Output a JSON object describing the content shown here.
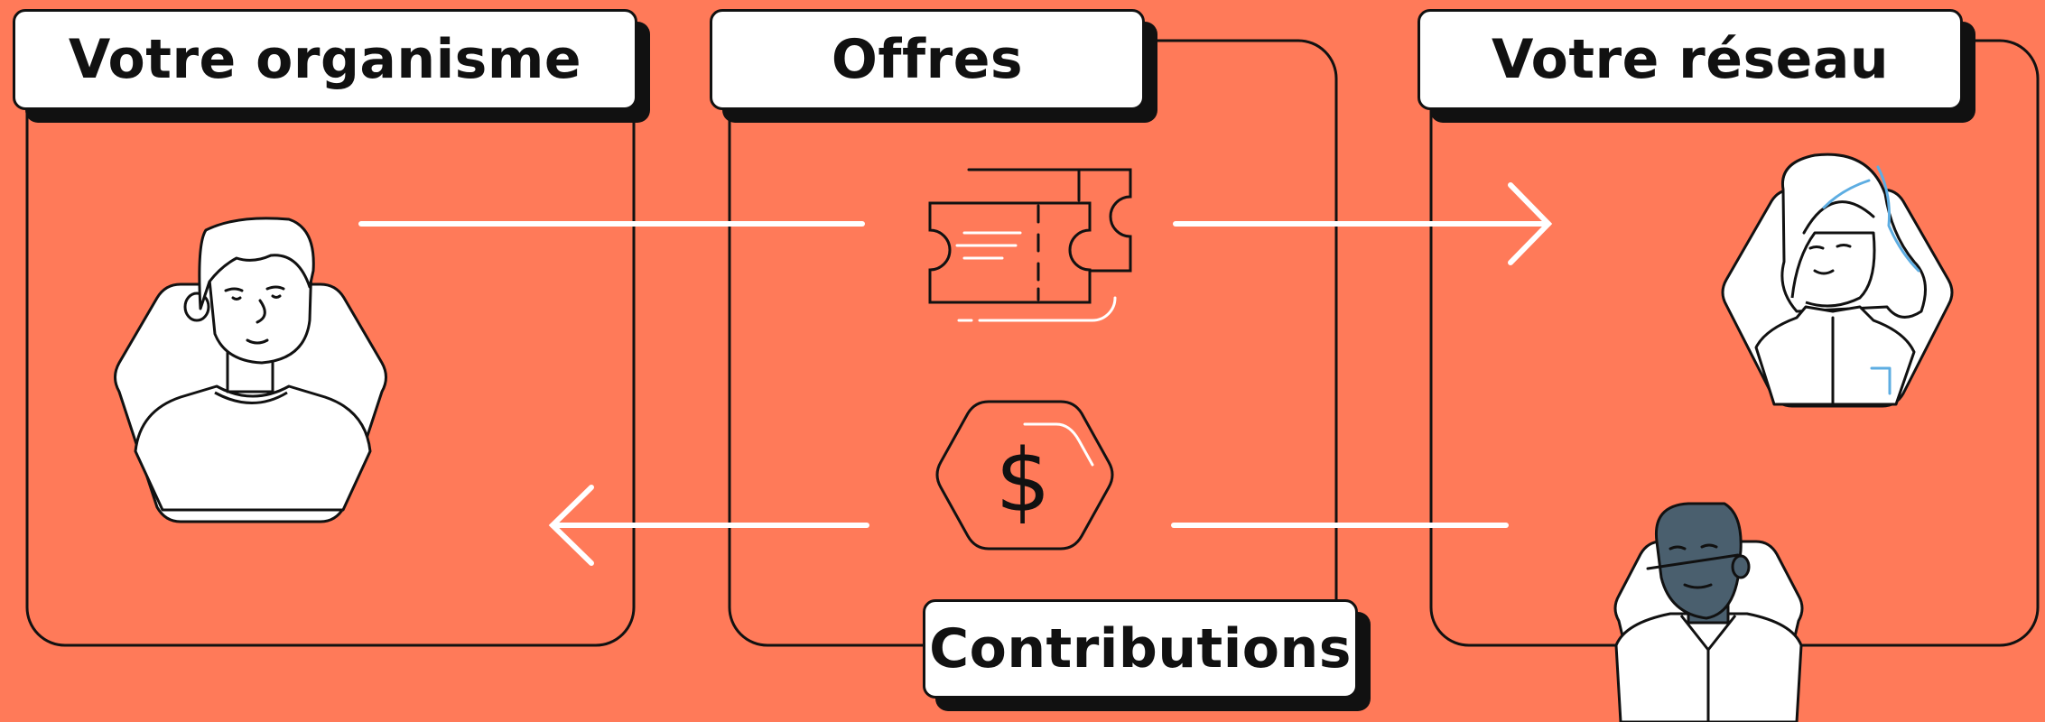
{
  "labels": {
    "org": "Votre organisme",
    "offers": "Offres",
    "network": "Votre réseau",
    "contributions": "Contributions"
  },
  "icons": {
    "offer": "ticket-icon",
    "contribution": "dollar-icon",
    "dollar_glyph": "$"
  },
  "colors": {
    "background": "#FF7A59",
    "ink": "#111111",
    "white": "#FFFFFF",
    "accent_blue": "#5DADE2",
    "person_dark": "#4A5F6E"
  }
}
